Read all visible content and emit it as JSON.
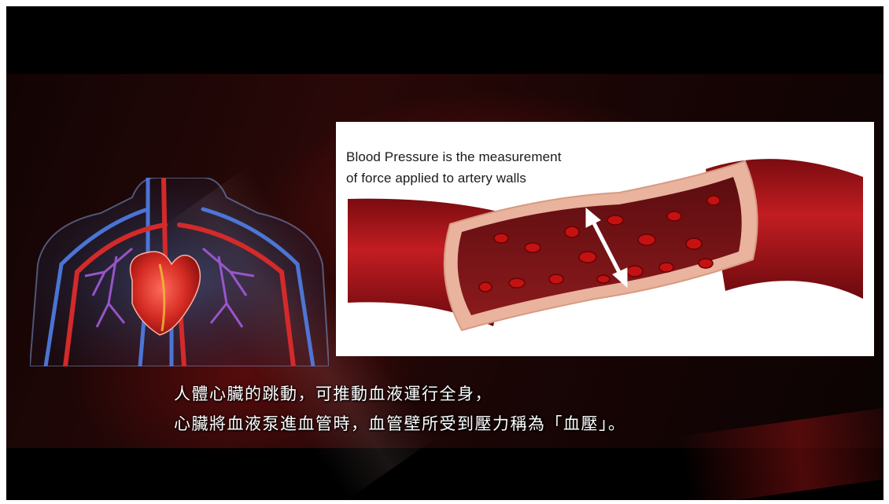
{
  "video": {
    "image_caption": {
      "line1": "Blood Pressure is the measurement",
      "line2": "of force applied to artery walls"
    },
    "subtitles": {
      "line1": "人體心臟的跳動，可推動血液運行全身，",
      "line2": "心臟將血液泵進血管時，血管壁所受到壓力稱為「血壓」。"
    }
  },
  "colors": {
    "letterbox": "#000000",
    "blood_red": "#b3151b",
    "vein_blue": "#3f6fd6",
    "subtitle_text": "#ffffff"
  },
  "icons": [
    "heart-illustration",
    "artery-cross-section",
    "double-arrow"
  ]
}
